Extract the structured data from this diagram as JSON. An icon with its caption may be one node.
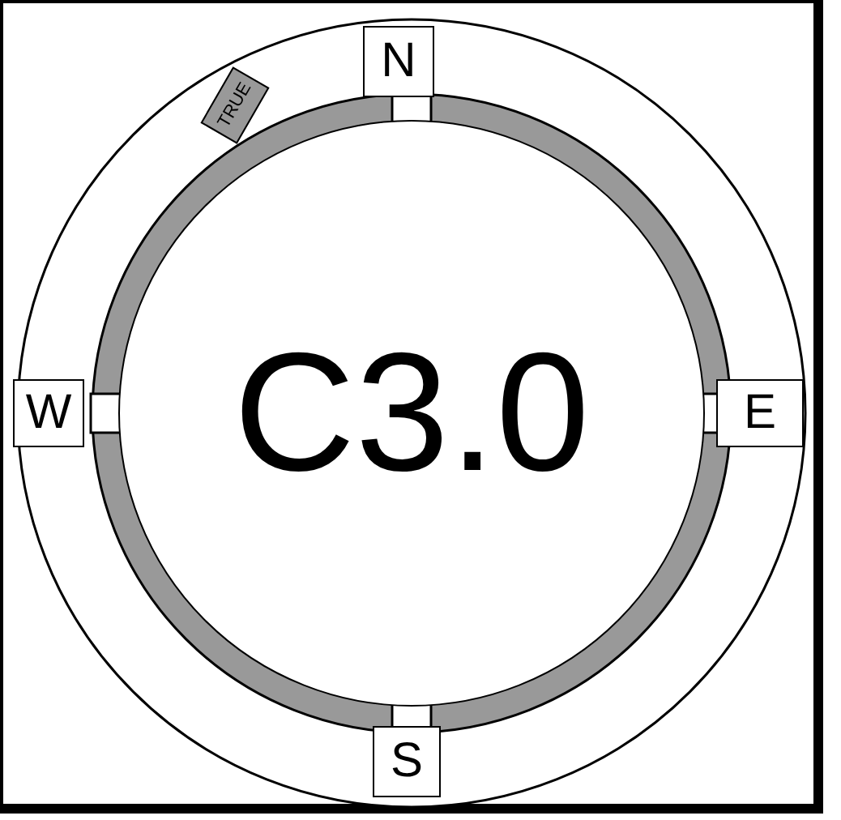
{
  "diagram": {
    "nodes": [
      {
        "text": [
          "N"
        ]
      },
      {
        "text": [
          "TRUE"
        ]
      },
      {
        "text": [
          "W"
        ]
      },
      {
        "text": [
          "C3.0"
        ]
      },
      {
        "text": [
          "E"
        ]
      },
      {
        "text": [
          "S"
        ]
      }
    ]
  }
}
